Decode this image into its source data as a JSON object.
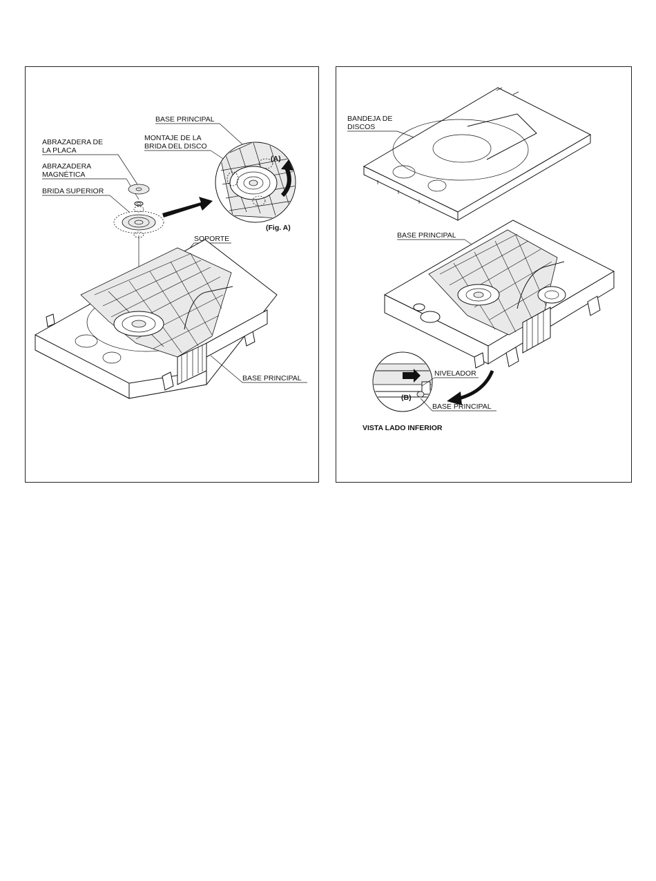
{
  "left_panel": {
    "labels": {
      "base_principal_top": "BASE PRINCIPAL",
      "montaje_line1": "MONTAJE DE LA",
      "montaje_line2": "BRIDA DEL DISCO",
      "abrazadera_placa_line1": "ABRAZADERA DE",
      "abrazadera_placa_line2": "LA PLACA",
      "abrazadera_mag_line1": "ABRAZADERA",
      "abrazadera_mag_line2": "MAGNÉTICA",
      "brida_superior": "BRIDA SUPERIOR",
      "marker_a": "(A)",
      "fig_a": "(Fig. A)",
      "soporte": "SOPORTE",
      "base_principal_bottom": "BASE PRINCIPAL"
    }
  },
  "right_panel": {
    "labels": {
      "bandeja_line1": "BANDEJA DE",
      "bandeja_line2": "DISCOS",
      "base_principal_mid": "BASE PRINCIPAL",
      "nivelador": "NIVELADOR",
      "marker_b": "(B)",
      "base_principal_bottom": "BASE PRINCIPAL",
      "vista": "VISTA LADO INFERIOR"
    }
  }
}
